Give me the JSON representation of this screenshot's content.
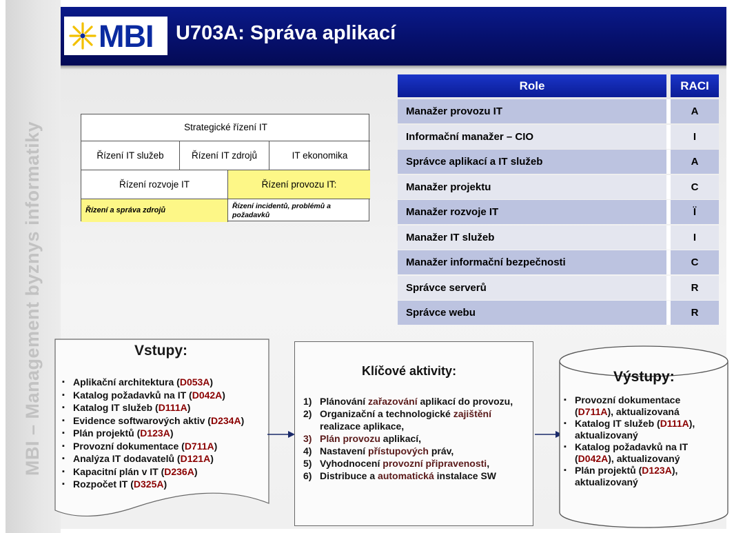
{
  "header": {
    "logo_text": "MBI",
    "title": "U703A: Správa aplikací"
  },
  "side_text": "MBI – Management byznys informatiky",
  "org": {
    "strategic": "Strategické řízení IT",
    "sluzby": "Řízení IT služeb",
    "zdroje": "Řízení IT zdrojů",
    "ekonomika": "IT ekonomika",
    "rozvoj": "Řízení rozvoje IT",
    "provoz": "Řízení provozu IT:",
    "sprava_zdroju": "Řízení a správa zdrojů",
    "incidenty": "Řízení incidentů, problémů a požadavků"
  },
  "raci": {
    "header_role": "Role",
    "header_raci": "RACI",
    "rows": [
      {
        "role": "Manažer provozu IT",
        "raci": "A"
      },
      {
        "role": "Informační manažer – CIO",
        "raci": "I"
      },
      {
        "role": "Správce aplikací a IT služeb",
        "raci": "A"
      },
      {
        "role": "Manažer projektu",
        "raci": "C"
      },
      {
        "role": "Manažer rozvoje IT",
        "raci": "Ï"
      },
      {
        "role": "Manažer IT služeb",
        "raci": "I"
      },
      {
        "role": "Manažer informační bezpečnosti",
        "raci": "C"
      },
      {
        "role": "Správce serverů",
        "raci": "R"
      },
      {
        "role": "Správce webu",
        "raci": "R"
      }
    ]
  },
  "vstupy": {
    "title": "Vstupy:",
    "items": [
      {
        "text": "Aplikační architektura (",
        "code": "D053A",
        "end": ")"
      },
      {
        "text": "Katalog požadavků na IT (",
        "code": "D042A",
        "end": ")"
      },
      {
        "text": "Katalog IT služeb (",
        "code": "D111A",
        "end": ")"
      },
      {
        "text": "Evidence softwarových aktiv (",
        "code": "D234A",
        "end": ")"
      },
      {
        "text": "Plán projektů (",
        "code": "D123A",
        "end": ")"
      },
      {
        "text": "Provozní dokumentace (",
        "code": "D711A",
        "end": ")"
      },
      {
        "text": "Analýza IT dodavatelů (",
        "code": "D121A",
        "end": ")"
      },
      {
        "text": "Kapacitní plán v IT (",
        "code": "D236A",
        "end": ")"
      },
      {
        "text": "Rozpočet IT (",
        "code": "D325A",
        "end": ")"
      }
    ]
  },
  "aktivity": {
    "title": "Klíčové aktivity:",
    "items": [
      {
        "num": "1)",
        "a": "Plánování ",
        "hl": "zařazování",
        "b": " aplikací do provozu,"
      },
      {
        "num": "2)",
        "a": "Organizační a technologické ",
        "hl": "zajištění",
        "b": " realizace aplikace,"
      },
      {
        "num": "3)",
        "a": "",
        "hl": "Plán provozu",
        "b": " aplikací,"
      },
      {
        "num": "4)",
        "a": "Nastavení ",
        "hl": "přístupových",
        "b": " práv,"
      },
      {
        "num": "5)",
        "a": "Vyhodnocení ",
        "hl": "provozní připravenosti",
        "b": ","
      },
      {
        "num": "6)",
        "a": "Distribuce a ",
        "hl": "automatická",
        "b": " instalace SW"
      }
    ]
  },
  "vystupy": {
    "title": "Výstupy:",
    "items": [
      {
        "text": "Provozní dokumentace (",
        "code": "D711A",
        "end": "), aktualizovaná"
      },
      {
        "text": "Katalog IT služeb (",
        "code": "D111A",
        "end": "), aktualizovaný"
      },
      {
        "text": "Katalog požadavků na IT (",
        "code": "D042A",
        "end": "), aktualizovaný"
      },
      {
        "text": "Plán projektů (",
        "code": "D123A",
        "end": "), aktualizovaný"
      }
    ]
  }
}
